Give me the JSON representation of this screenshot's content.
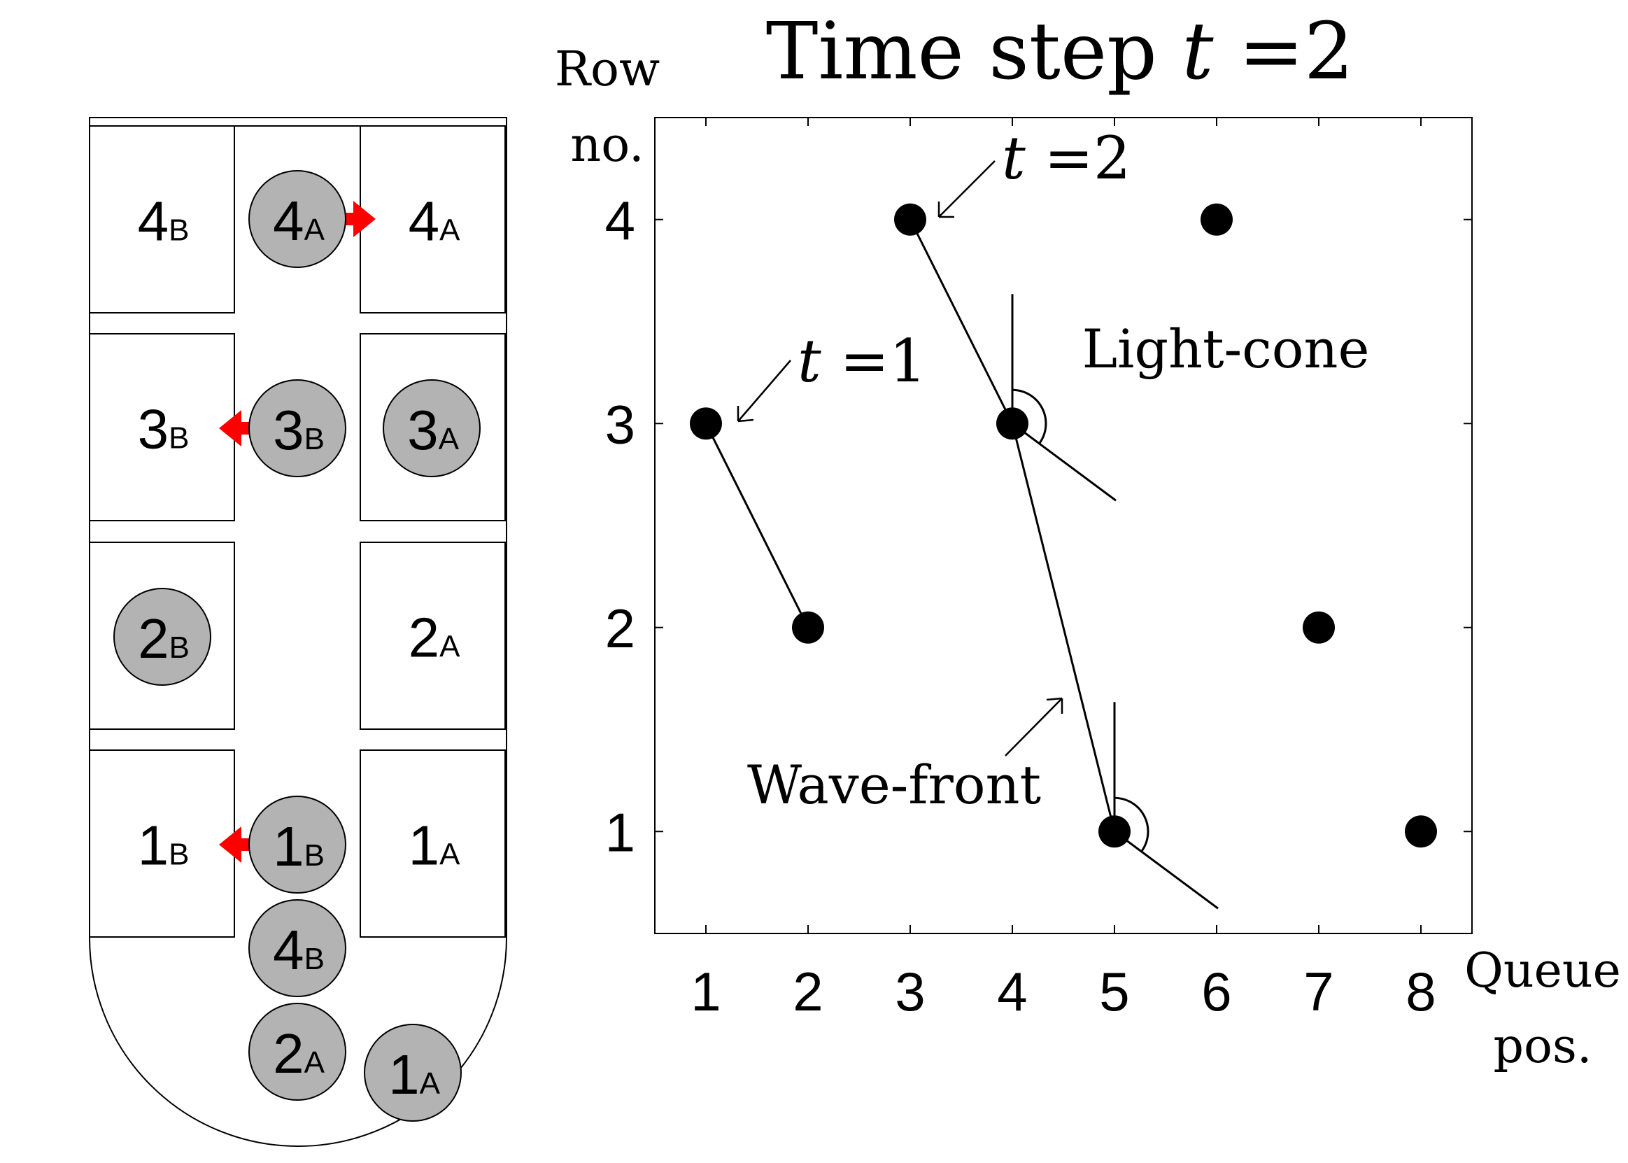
{
  "figure": {
    "title": {
      "prefix": "Time step ",
      "var": "t",
      "eq": " =2"
    },
    "ylabel": {
      "line1": "Row",
      "line2": "no."
    },
    "xlabel": {
      "line1": "Queue",
      "line2": "pos."
    },
    "annotations": {
      "t1": {
        "var": "t",
        "eq": " =1"
      },
      "t2": {
        "var": "t",
        "eq": " =2"
      },
      "light_cone": "Light-cone",
      "wave_front": "Wave-front"
    },
    "colors": {
      "seat_arrow": "#ff0000",
      "passenger_fill": "#b3b3b3",
      "marker": "#000000"
    }
  },
  "cabin": {
    "seats": [
      {
        "id": "4B",
        "num": "4",
        "sub": "B"
      },
      {
        "id": "4A",
        "num": "4",
        "sub": "A"
      },
      {
        "id": "3B",
        "num": "3",
        "sub": "B"
      },
      {
        "id": "3A",
        "num": "3",
        "sub": "A"
      },
      {
        "id": "2B",
        "num": "2",
        "sub": "B"
      },
      {
        "id": "2A",
        "num": "2",
        "sub": "A"
      },
      {
        "id": "1B",
        "num": "1",
        "sub": "B"
      },
      {
        "id": "1A",
        "num": "1",
        "sub": "A"
      }
    ],
    "passengers": [
      {
        "id": "p4A",
        "num": "4",
        "sub": "A",
        "arrow": "right"
      },
      {
        "id": "p3B",
        "num": "3",
        "sub": "B",
        "arrow": "left"
      },
      {
        "id": "p3A",
        "num": "3",
        "sub": "A",
        "arrow": "none"
      },
      {
        "id": "p2B",
        "num": "2",
        "sub": "B",
        "arrow": "none"
      },
      {
        "id": "p1B",
        "num": "1",
        "sub": "B",
        "arrow": "left"
      },
      {
        "id": "p4B",
        "num": "4",
        "sub": "B",
        "arrow": "none"
      },
      {
        "id": "p2A",
        "num": "2",
        "sub": "A",
        "arrow": "none"
      },
      {
        "id": "p1A",
        "num": "1",
        "sub": "A",
        "arrow": "none"
      }
    ]
  },
  "chart_data": {
    "type": "scatter",
    "x_ticks": [
      "1",
      "2",
      "3",
      "4",
      "5",
      "6",
      "7",
      "8"
    ],
    "y_ticks": [
      "1",
      "2",
      "3",
      "4"
    ],
    "xlim": [
      0.5,
      8.5
    ],
    "ylim": [
      0.5,
      4.5
    ],
    "points": [
      {
        "x": 1,
        "y": 3
      },
      {
        "x": 2,
        "y": 2
      },
      {
        "x": 3,
        "y": 4
      },
      {
        "x": 4,
        "y": 3
      },
      {
        "x": 5,
        "y": 1
      },
      {
        "x": 6,
        "y": 4
      },
      {
        "x": 7,
        "y": 2
      },
      {
        "x": 8,
        "y": 1
      }
    ],
    "wave_front_t1": [
      {
        "x": 1,
        "y": 3
      },
      {
        "x": 2,
        "y": 2
      }
    ],
    "wave_front_t2": [
      {
        "x": 3,
        "y": 4
      },
      {
        "x": 4,
        "y": 3
      },
      {
        "x": 5,
        "y": 1
      }
    ],
    "light_cone_vertices": [
      {
        "x": 4,
        "y": 3
      },
      {
        "x": 5,
        "y": 1
      }
    ]
  }
}
